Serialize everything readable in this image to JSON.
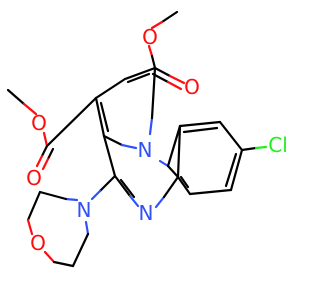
{
  "molecule": {
    "atom_labels": {
      "o_ester1_single": "O",
      "o_ester1_double": "O",
      "o_ester2_single": "O",
      "o_ester2_double": "O",
      "n_pyrrole": "N",
      "n_ring": "N",
      "n_morpholine": "N",
      "o_morpholine": "O",
      "cl": "Cl"
    },
    "colors": {
      "carbon": "#000000",
      "oxygen": "#ff0d0d",
      "nitrogen": "#3050f8",
      "chlorine": "#1ff01f"
    }
  }
}
